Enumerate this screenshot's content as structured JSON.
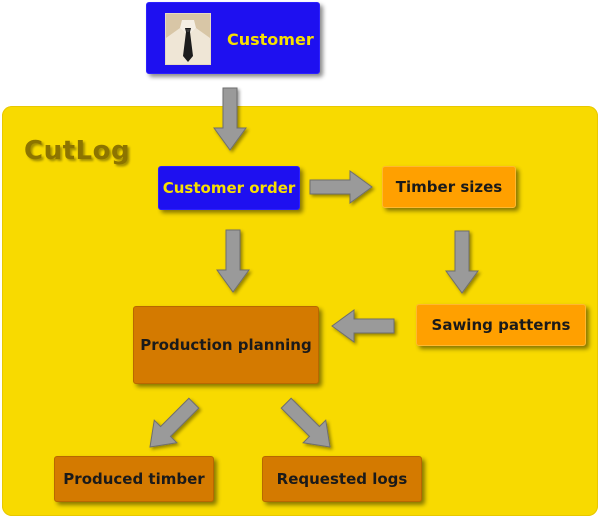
{
  "diagram": {
    "title": "CutLog",
    "nodes": {
      "customer": "Customer",
      "customer_order": "Customer order",
      "timber_sizes": "Timber sizes",
      "sawing_patterns": "Sawing patterns",
      "production_planning": "Production planning",
      "produced_timber": "Produced timber",
      "requested_logs": "Requested logs"
    },
    "edges": [
      {
        "from": "customer",
        "to": "customer_order"
      },
      {
        "from": "customer_order",
        "to": "timber_sizes"
      },
      {
        "from": "customer_order",
        "to": "production_planning"
      },
      {
        "from": "timber_sizes",
        "to": "sawing_patterns"
      },
      {
        "from": "sawing_patterns",
        "to": "production_planning"
      },
      {
        "from": "production_planning",
        "to": "produced_timber"
      },
      {
        "from": "production_planning",
        "to": "requested_logs"
      }
    ],
    "colors": {
      "panel": "#f8da00",
      "blue_box": "#1e10f0",
      "blue_text": "#f8e000",
      "orange_box": "#ffa000",
      "brown_box": "#d47a00",
      "arrow": "#9a9a9a"
    }
  }
}
